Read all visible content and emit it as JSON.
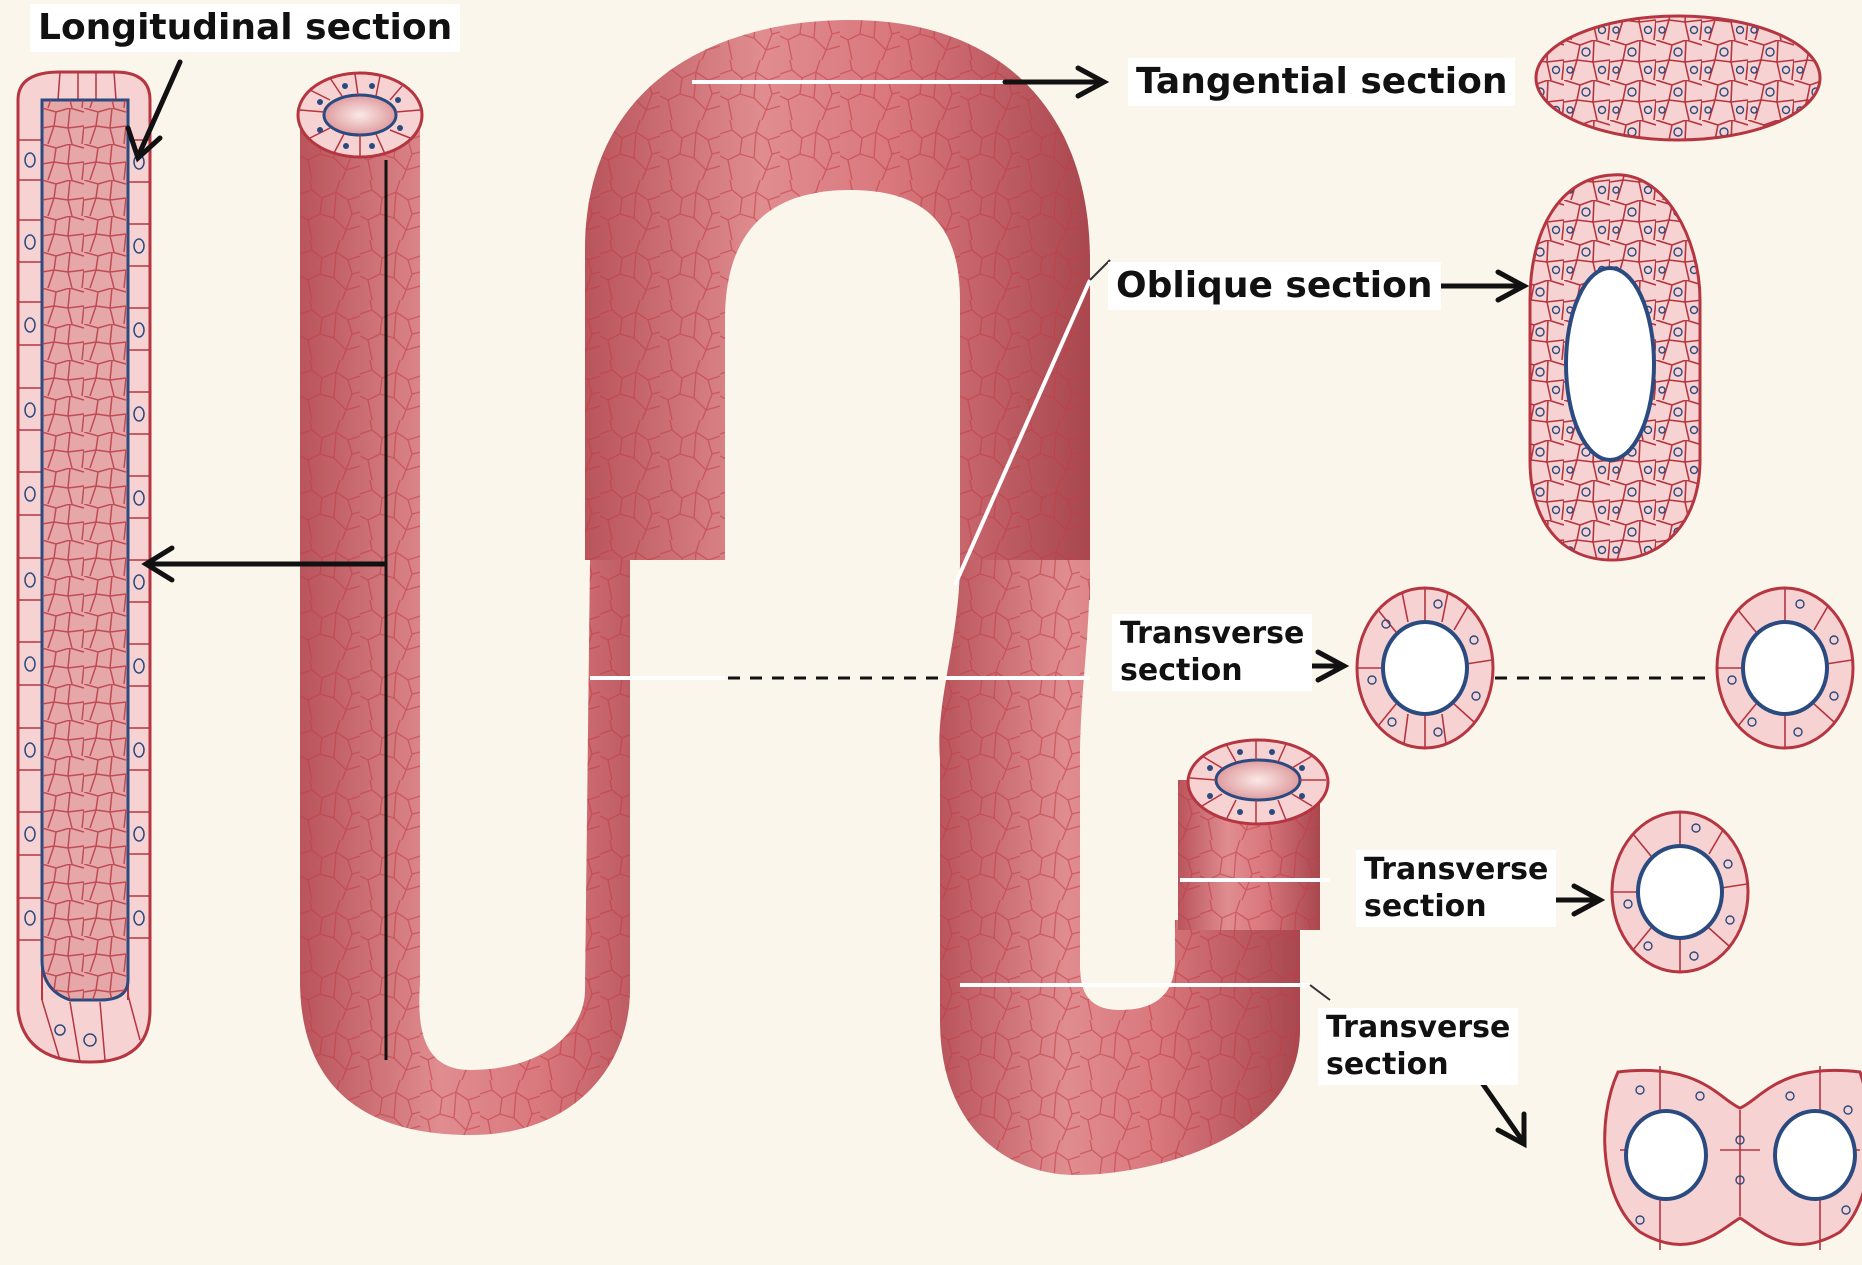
{
  "diagram": {
    "labels": {
      "longitudinal": "Longitudinal section",
      "tangential": "Tangential section",
      "oblique": "Oblique section",
      "transverse_1": [
        "Transverse",
        "section"
      ],
      "transverse_2": [
        "Transverse",
        "section"
      ],
      "transverse_3": [
        "Transverse",
        "section"
      ]
    },
    "colors": {
      "background": "#fbf6ec",
      "tubule_fill": "#d9787d",
      "tubule_shade": "#b9545b",
      "vessel_lines": "#c23a44",
      "cell_fill": "#f6d3d2",
      "cell_border": "#b53540",
      "basement_membrane": "#2b4a80",
      "lumen": "#ffffff",
      "arrows": "#111111",
      "cut_lines": "#ffffff"
    },
    "section_cells": {
      "tangential": "flat-cell-sheet",
      "oblique": "oval-ring-elongated-lumen",
      "transverse_1": "two-round-rings-dashed-link",
      "transverse_2": "single-round-ring",
      "transverse_3": "double-ring-bend"
    }
  }
}
